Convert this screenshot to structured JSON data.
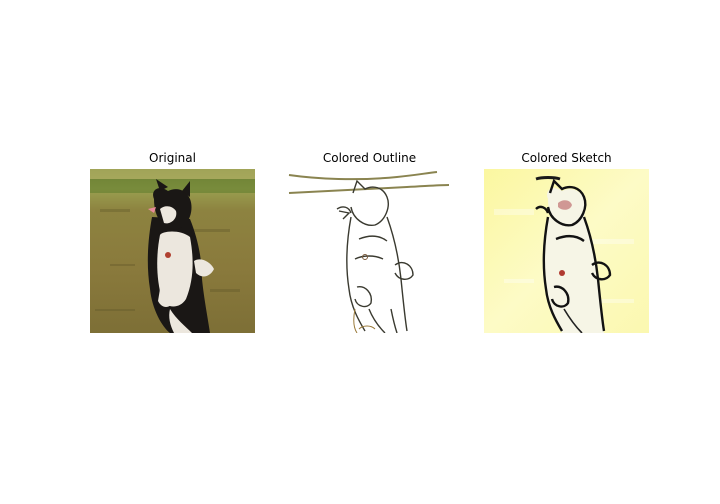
{
  "panels": [
    {
      "title": "Original"
    },
    {
      "title": "Colored Outline"
    },
    {
      "title": "Colored Sketch"
    }
  ],
  "colors": {
    "grass": "#8f8a3c",
    "grass_dark": "#6f7a2a",
    "dog_black": "#1a1715",
    "dog_white": "#ece7de",
    "outline_stroke": "#3a3a30",
    "sketch_background": "#fbf8a8"
  }
}
